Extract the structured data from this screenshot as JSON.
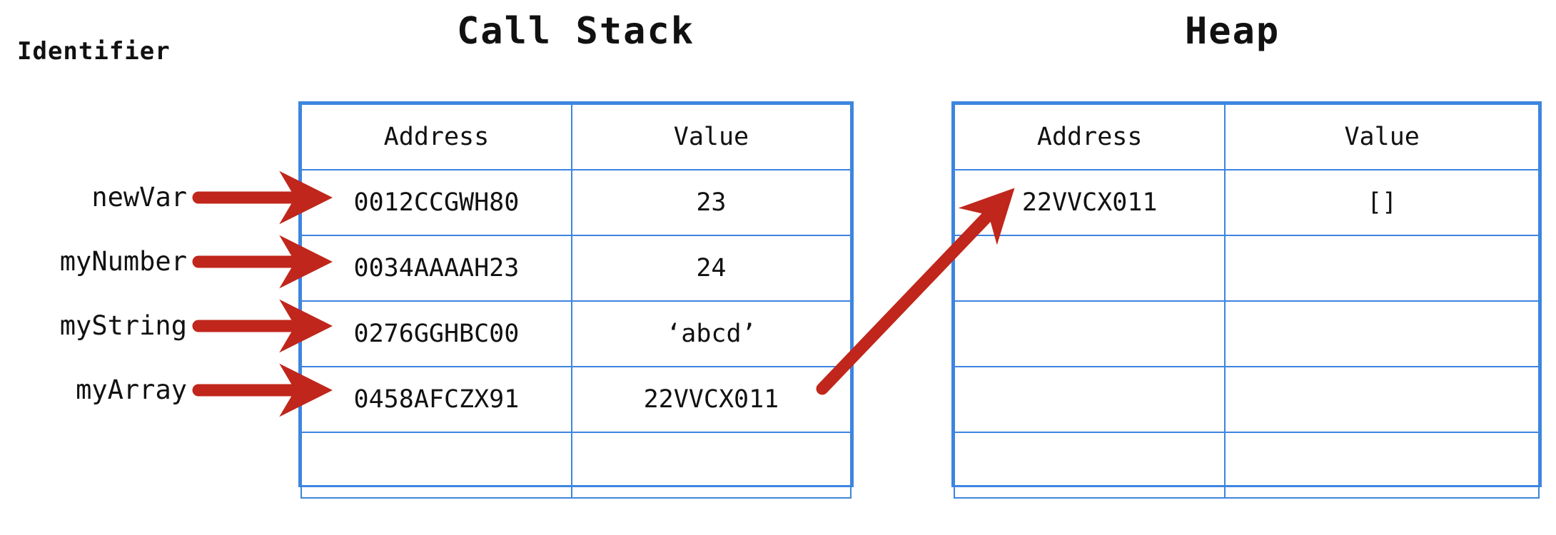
{
  "diagram": {
    "identifier_label": "Identifier",
    "callstack_title": "Call Stack",
    "heap_title": "Heap",
    "arrow_color": "#c0261b",
    "table_border_color": "#3d85e0",
    "text_color": "#111111"
  },
  "call_stack": {
    "title": "Call Stack",
    "columns": [
      "Address",
      "Value"
    ],
    "rows": [
      {
        "identifier": "newVar",
        "address": "0012CCGWH80",
        "value": "23"
      },
      {
        "identifier": "myNumber",
        "address": "0034AAAAH23",
        "value": "24"
      },
      {
        "identifier": "myString",
        "address": "0276GGHBC00",
        "value": "‘abcd’"
      },
      {
        "identifier": "myArray",
        "address": "0458AFCZX91",
        "value": "22VVCX011"
      },
      {
        "identifier": "",
        "address": "",
        "value": ""
      }
    ]
  },
  "heap": {
    "title": "Heap",
    "columns": [
      "Address",
      "Value"
    ],
    "rows": [
      {
        "address": "22VVCX011",
        "value": "[]"
      },
      {
        "address": "",
        "value": ""
      },
      {
        "address": "",
        "value": ""
      },
      {
        "address": "",
        "value": ""
      },
      {
        "address": "",
        "value": ""
      }
    ]
  },
  "identifiers": [
    {
      "label": "newVar"
    },
    {
      "label": "myNumber"
    },
    {
      "label": "myString"
    },
    {
      "label": "myArray"
    }
  ]
}
